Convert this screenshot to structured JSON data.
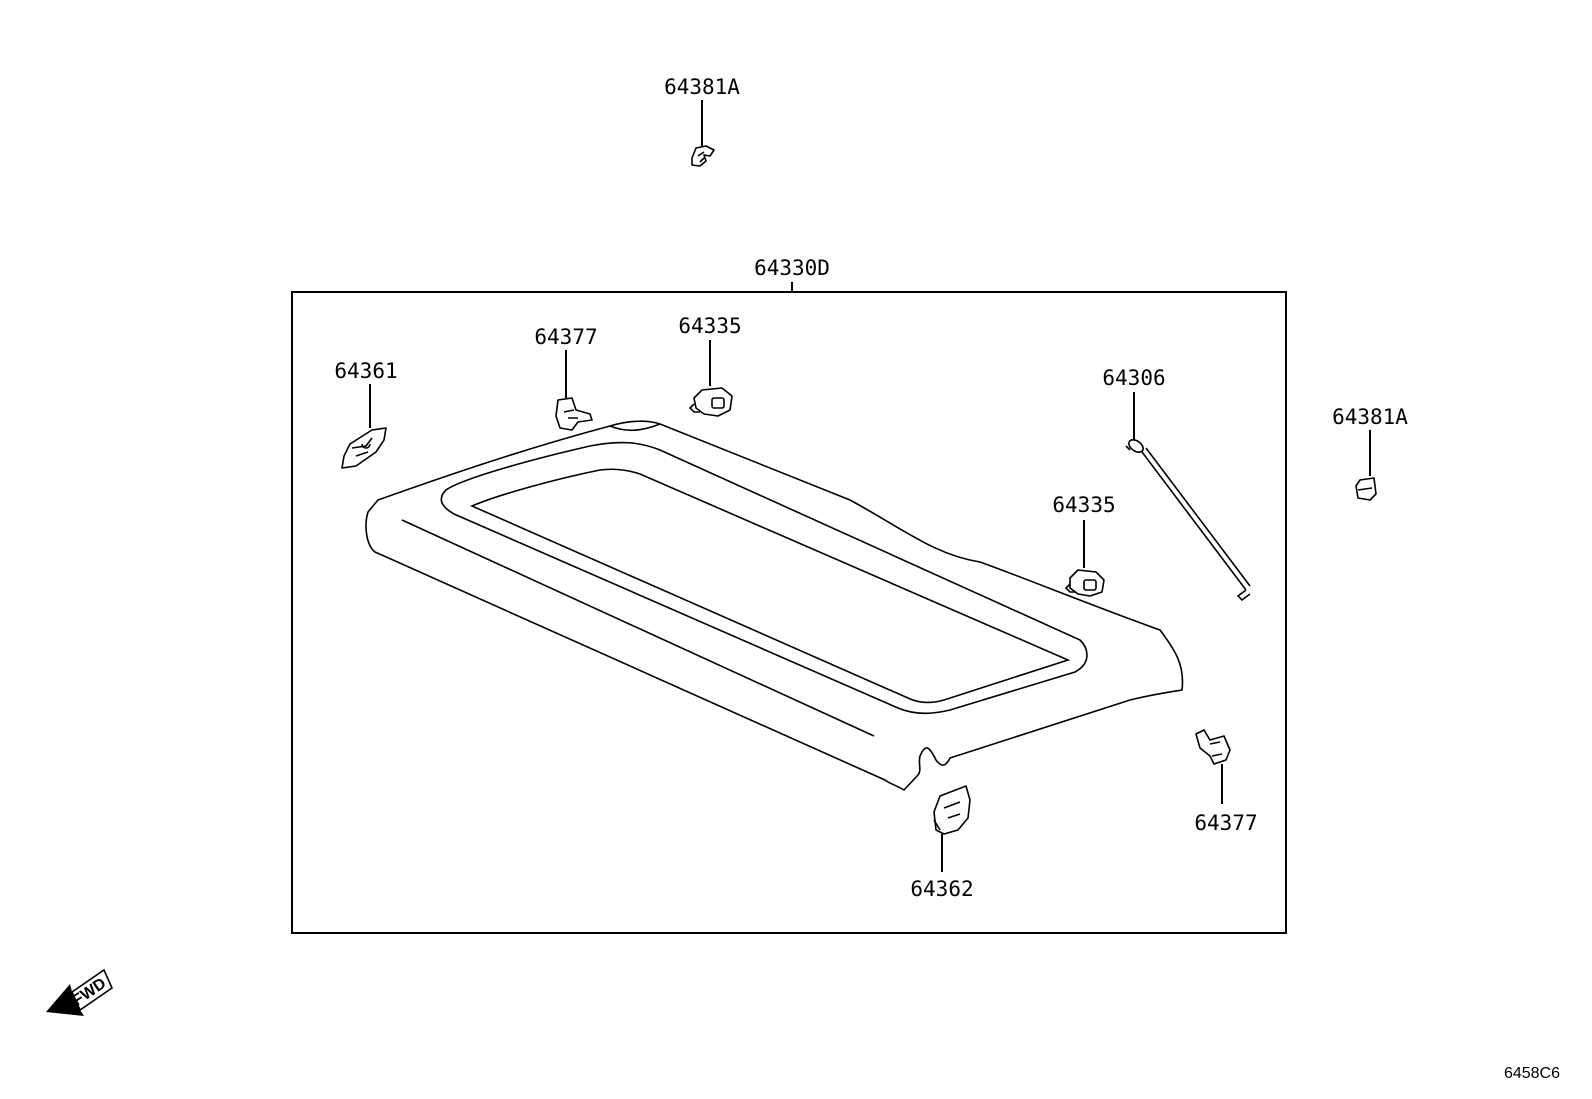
{
  "labels": {
    "clip_top": "64381A",
    "tray_assembly": "64330D",
    "hook_left": "64361",
    "holder_left": "64377",
    "clip_upper": "64335",
    "rod": "64306",
    "clip_right_outside": "64381A",
    "clip_lower": "64335",
    "hook_right": "64362",
    "holder_right": "64377"
  },
  "fwd_marker": "FWD",
  "diagram_code": "6458C6"
}
